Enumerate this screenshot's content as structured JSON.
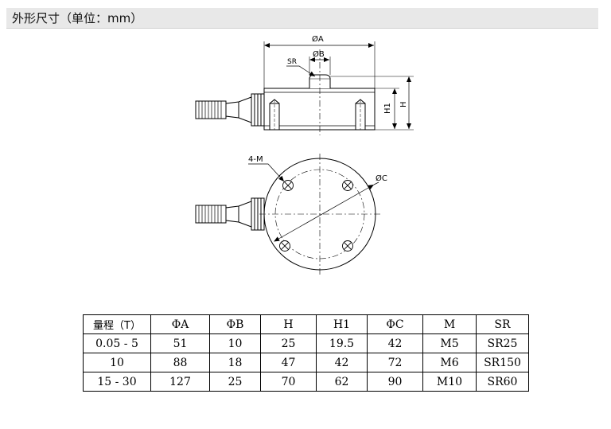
{
  "header": {
    "title": "外形尺寸（单位：mm）"
  },
  "drawing": {
    "labels": {
      "dia_a": "ØA",
      "dia_b": "ØB",
      "sr": "SR",
      "h1": "H1",
      "h": "H",
      "hole_callout": "4-M",
      "dia_c": "ØC"
    }
  },
  "table": {
    "headers": [
      "量程（T）",
      "ΦA",
      "ΦB",
      "H",
      "H1",
      "ΦC",
      "M",
      "SR"
    ],
    "rows": [
      [
        "0.05 - 5",
        "51",
        "10",
        "25",
        "19.5",
        "42",
        "M5",
        "SR25"
      ],
      [
        "10",
        "88",
        "18",
        "47",
        "42",
        "72",
        "M6",
        "SR150"
      ],
      [
        "15 - 30",
        "127",
        "25",
        "70",
        "62",
        "90",
        "M10",
        "SR60"
      ]
    ]
  }
}
